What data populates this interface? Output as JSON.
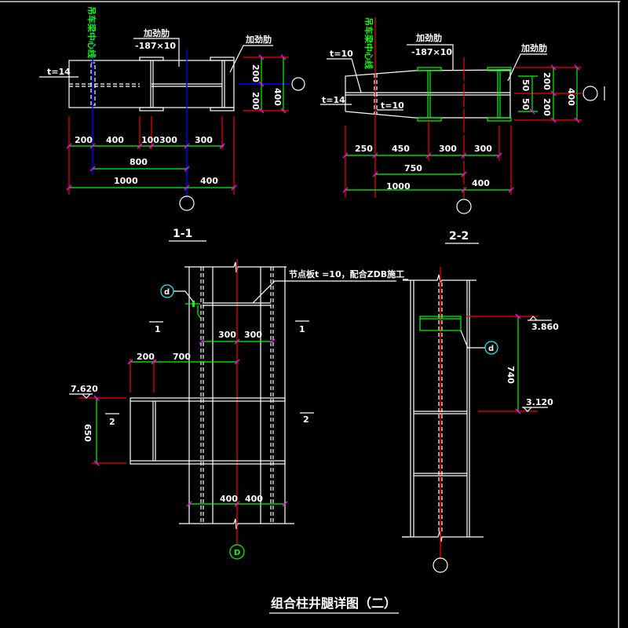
{
  "colors": {
    "background": "#000000",
    "outline": "#ffffff",
    "dimension": "#00ff00",
    "axis": "#ff0000",
    "crane_axis": "#0000ff",
    "callout": "#00ffff"
  },
  "title": "组合柱井腿详图（二）",
  "view_1_1": {
    "label": "1-1",
    "crane_beam_axis": "吊车梁中心线",
    "stiffener_label": "加劲肋",
    "stiffener_size": "-187×10",
    "stiffener_label_right": "加劲肋",
    "plate_thickness": "t=14",
    "dims_row1": [
      "200",
      "400",
      "100",
      "300",
      "300"
    ],
    "dims_row2": [
      "800"
    ],
    "dims_row3": [
      "1000",
      "400"
    ],
    "dims_side": [
      "200",
      "200",
      "400"
    ]
  },
  "view_2_2": {
    "label": "2-2",
    "crane_beam_axis": "吊车梁中心线",
    "stiffener_label": "加劲肋",
    "stiffener_size": "-187×10",
    "stiffener_label_right": "加劲肋",
    "thickness_top": "t=10",
    "thickness_left": "t=14",
    "thickness_web": "t=10",
    "dims_row1": [
      "250",
      "450",
      "300",
      "300"
    ],
    "dims_row2": [
      "750"
    ],
    "dims_row3": [
      "1000",
      "400"
    ],
    "dims_side": [
      "50",
      "50",
      "200",
      "200",
      "400"
    ]
  },
  "elevation": {
    "node_plate_note": "节点板t =10，配合ZDB施工",
    "callout": "d",
    "axis_label": "D",
    "section_marks": [
      "1",
      "1",
      "2",
      "2"
    ],
    "dims_top": [
      "300",
      "300"
    ],
    "dims_corbel": [
      "200",
      "700"
    ],
    "elevation_mark": "7.620",
    "corbel_height": "650",
    "dims_bottom": [
      "400",
      "400"
    ]
  },
  "section": {
    "callout": "d",
    "elevation_top": "3.860",
    "elevation_bottom": "3.120",
    "height": "740"
  }
}
